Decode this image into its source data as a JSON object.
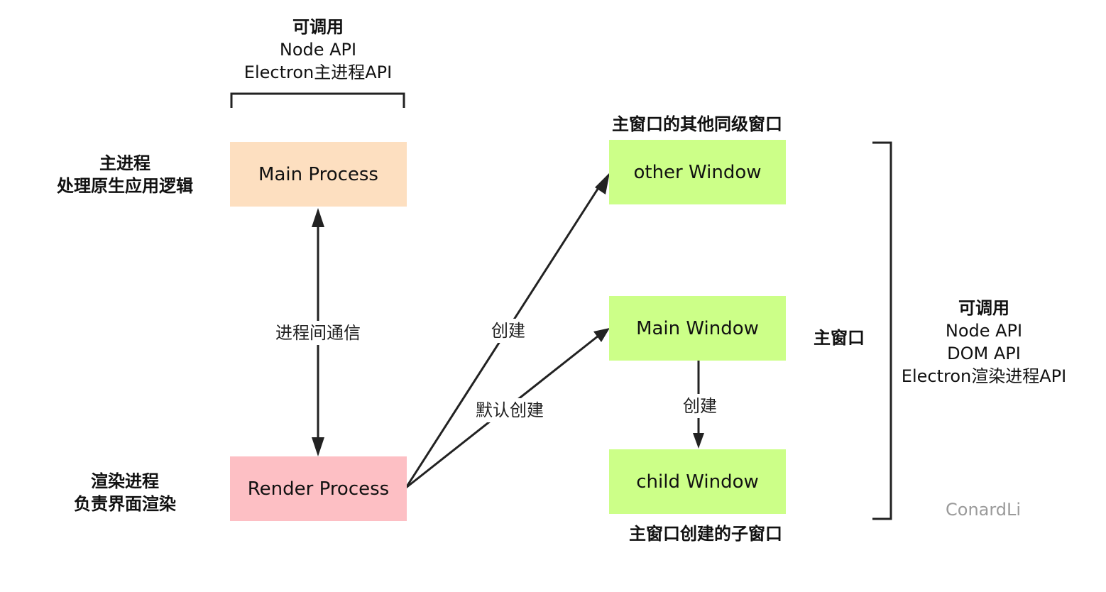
{
  "colors": {
    "main_process_fill": "#FDDFC0",
    "render_process_fill": "#FDBFC4",
    "window_fill": "#CCFF88",
    "line": "#222222",
    "watermark": "#9A9A9A"
  },
  "top_annotation": {
    "line1": "可调用",
    "line2": "Node API",
    "line3": "Electron主进程API"
  },
  "main_process_note": {
    "line1": "主进程",
    "line2": "处理原生应用逻辑"
  },
  "render_process_note": {
    "line1": "渲染进程",
    "line2": "负责界面渲染"
  },
  "boxes": {
    "main_process": "Main Process",
    "render_process": "Render Process",
    "other_window": "other Window",
    "main_window": "Main Window",
    "child_window": "child Window"
  },
  "captions": {
    "other_window_caption": "主窗口的其他同级窗口",
    "child_window_caption": "主窗口创建的子窗口",
    "main_window_side": "主窗口"
  },
  "edges": {
    "ipc": "进程间通信",
    "create_other": "创建",
    "default_create": "默认创建",
    "create_child": "创建"
  },
  "right_annotation": {
    "line1": "可调用",
    "line2": "Node API",
    "line3": "DOM API",
    "line4": "Electron渲染进程API"
  },
  "watermark": "ConardLi"
}
